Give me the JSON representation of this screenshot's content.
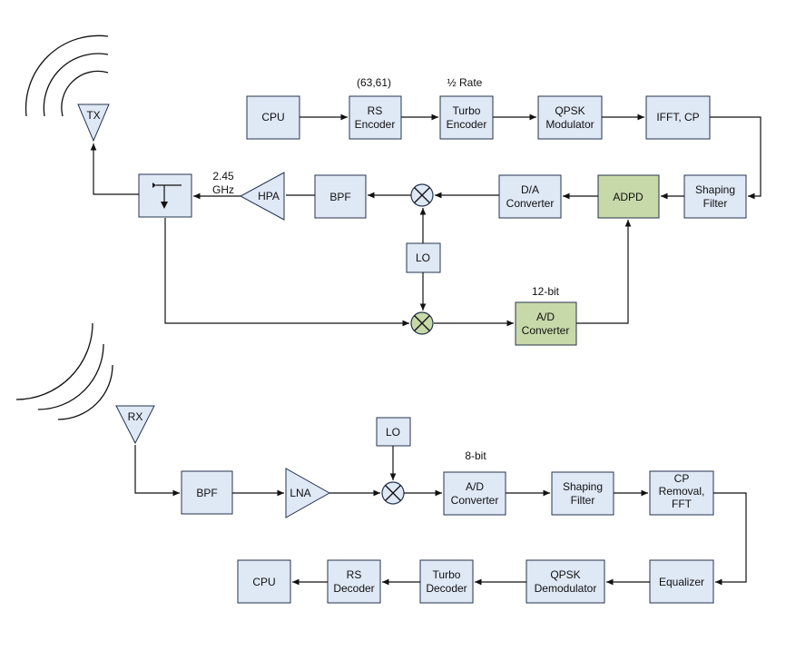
{
  "tx": {
    "antenna": "TX",
    "blocks": {
      "cpu": [
        "CPU"
      ],
      "rs_encoder": [
        "RS",
        "Encoder"
      ],
      "turbo_encoder": [
        "Turbo",
        "Encoder"
      ],
      "qpsk_modulator": [
        "QPSK",
        "Modulator"
      ],
      "ifft_cp": [
        "IFFT, CP"
      ],
      "shaping_filter": [
        "Shaping",
        "Filter"
      ],
      "adpd": [
        "ADPD"
      ],
      "da_converter": [
        "D/A",
        "Converter"
      ],
      "bpf": [
        "BPF"
      ],
      "hpa": [
        "HPA"
      ],
      "lo": [
        "LO"
      ],
      "ad_converter": [
        "A/D",
        "Converter"
      ]
    },
    "annotations": {
      "rs_code": "(63,61)",
      "turbo_rate": "½ Rate",
      "frequency_line1": "2.45",
      "frequency_line2": "GHz",
      "adc_bits": "12-bit"
    }
  },
  "rx": {
    "antenna": "RX",
    "blocks": {
      "bpf": [
        "BPF"
      ],
      "lna": [
        "LNA"
      ],
      "lo": [
        "LO"
      ],
      "ad_converter": [
        "A/D",
        "Converter"
      ],
      "shaping_filter": [
        "Shaping",
        "Filter"
      ],
      "cp_removal_fft": [
        "CP",
        "Removal,",
        "FFT"
      ],
      "equalizer": [
        "Equalizer"
      ],
      "qpsk_demodulator": [
        "QPSK",
        "Demodulator"
      ],
      "turbo_decoder": [
        "Turbo",
        "Decoder"
      ],
      "rs_decoder": [
        "RS",
        "Decoder"
      ],
      "cpu": [
        "CPU"
      ]
    },
    "annotations": {
      "adc_bits": "8-bit"
    }
  },
  "colors": {
    "block_fill": "#dfe8f5",
    "highlight_fill": "#c7d9a8",
    "block_stroke": "#24344d",
    "line": "#111111"
  }
}
